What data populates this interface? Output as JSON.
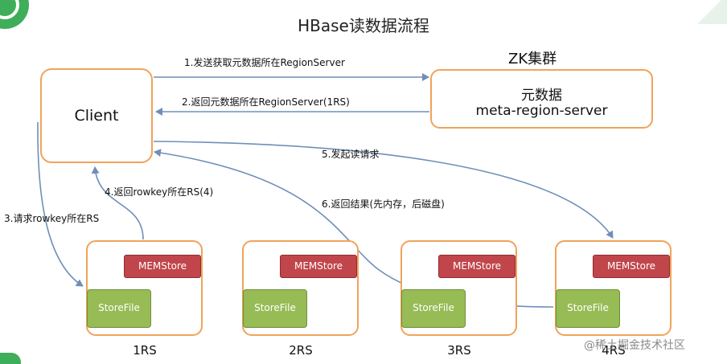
{
  "title": "HBase读数据流程",
  "zk": {
    "label": "ZK集群",
    "box_line1": "元数据",
    "box_line2": "meta-region-server"
  },
  "client": {
    "label": "Client"
  },
  "steps": {
    "s1": "1.发送获取元数据所在RegionServer",
    "s2": "2.返回元数据所在RegionServer(1RS)",
    "s3": "3.请求rowkey所在RS",
    "s4": "4.返回rowkey所在RS(4)",
    "s5": "5.发起读请求",
    "s6": "6.返回结果(先内存，后磁盘)"
  },
  "region_servers": [
    {
      "label": "1RS",
      "memstore": "MEMStore",
      "storefile": "StoreFile"
    },
    {
      "label": "2RS",
      "memstore": "MEMStore",
      "storefile": "StoreFile"
    },
    {
      "label": "3RS",
      "memstore": "MEMStore",
      "storefile": "StoreFile"
    },
    {
      "label": "4RS",
      "memstore": "MEMStore",
      "storefile": "StoreFile"
    }
  ],
  "watermark": "@稀土掘金技术社区",
  "colors": {
    "box_border": "#f0a35a",
    "memstore": "#c0464b",
    "storefile": "#97bb55",
    "arrow": "#6f8fb8"
  }
}
